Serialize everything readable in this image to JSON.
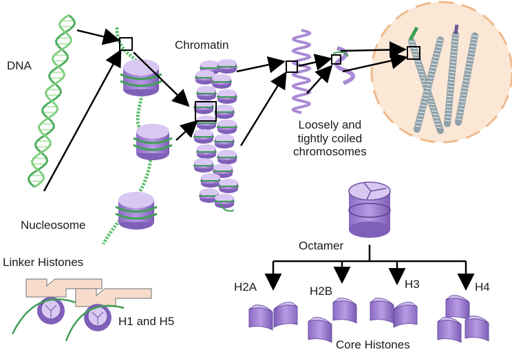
{
  "labels": {
    "dna": "DNA",
    "chromatin": "Chromatin",
    "nucleosome": "Nucleosome",
    "coiled_line1": "Loosely and",
    "coiled_line2": "tightly coiled",
    "coiled_line3": "chromosomes",
    "octamer": "Octamer",
    "linker_histones": "Linker Histones",
    "h1_h5": "H1 and H5",
    "h2a": "H2A",
    "h2b": "H2B",
    "h3": "H3",
    "h4": "H4",
    "core_histones": "Core Histones"
  },
  "colors": {
    "dna_green": "#5fbf6e",
    "dna_light": "#b8e6b0",
    "histone_purple": "#a98ad6",
    "histone_light": "#d9c8f2",
    "histone_dark": "#7f5fb8",
    "linker_pink": "#f8dccb",
    "nucleus_fill": "#fbe7d6",
    "nucleus_dash": "#f0b98a",
    "arrow": "#000000"
  }
}
